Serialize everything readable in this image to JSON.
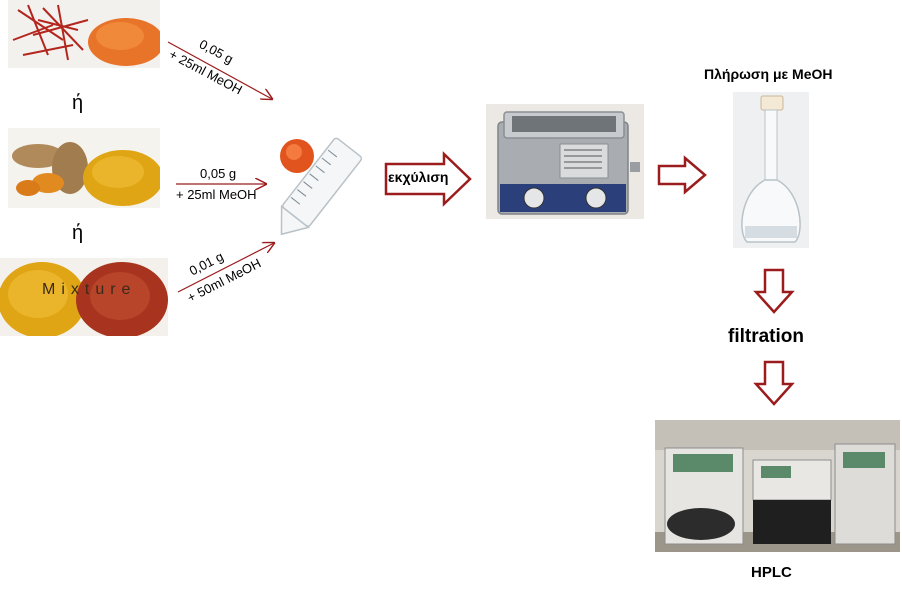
{
  "samples": {
    "or_1": "ή",
    "or_2": "ή",
    "mixture_label": "Mixture",
    "arrow1": {
      "amount": "0,05 g",
      "solvent": "+ 25ml MeOH"
    },
    "arrow2": {
      "amount": "0,05 g",
      "solvent": "+ 25ml MeOH"
    },
    "arrow3": {
      "amount": "0,01 g",
      "solvent": "+ 50ml MeOH"
    }
  },
  "steps": {
    "extraction": "εκχύλιση",
    "fill_label": "Πλήρωση με MeOH",
    "filtration": "filtration",
    "hplc": "HPLC"
  },
  "colors": {
    "arrow": "#9b1c1c",
    "saffron": "#e8742a",
    "turmeric": "#e0a515",
    "paprika": "#a8341f"
  }
}
